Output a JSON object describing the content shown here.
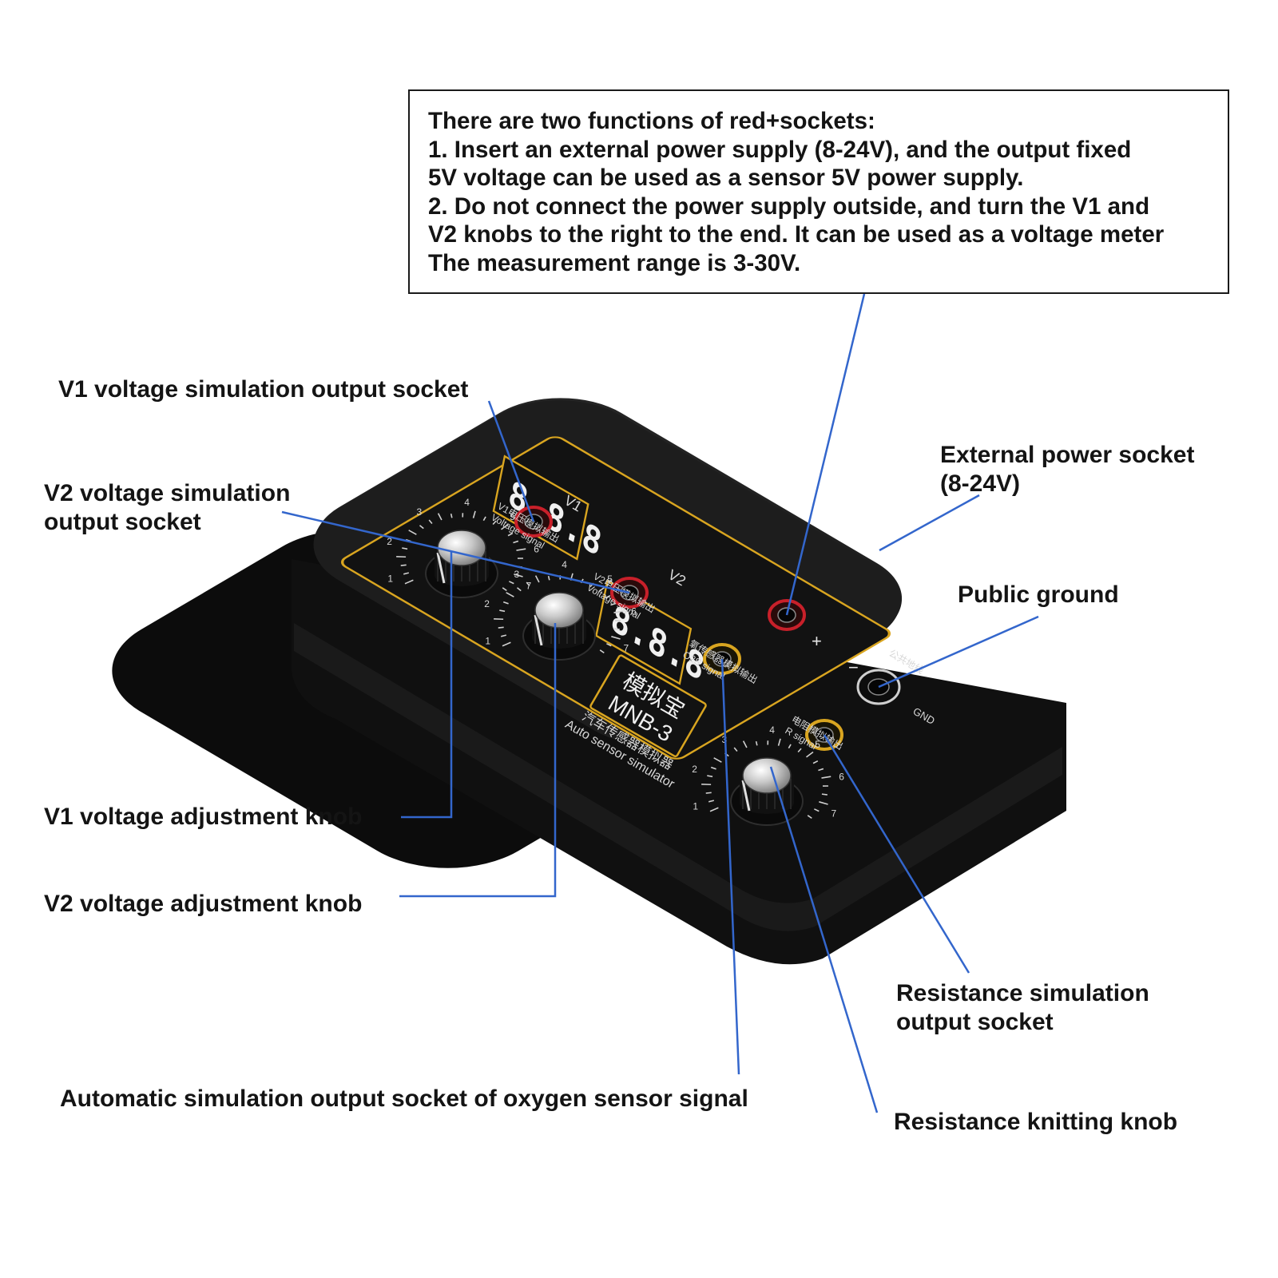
{
  "info_box": {
    "lines": [
      "There are two functions of red+sockets:",
      "1. Insert an external power supply (8-24V), and the output fixed",
      "5V voltage can be used as a sensor 5V power supply.",
      "2. Do not connect the power supply outside, and turn the V1 and",
      "V2 knobs to the right to the end. It can be used as a voltage meter",
      "The measurement range is 3-30V."
    ]
  },
  "callouts": {
    "v1_output": "V1 voltage simulation output socket",
    "v2_output": [
      "V2 voltage simulation",
      "output socket"
    ],
    "external_power": [
      "External power socket",
      "(8-24V)"
    ],
    "public_ground": "Public ground",
    "v1_knob": "V1 voltage adjustment knob",
    "v2_knob": "V2 voltage adjustment knob",
    "resistance_output": [
      "Resistance simulation",
      "output socket"
    ],
    "o2_output": "Automatic simulation output socket of oxygen sensor signal",
    "resistance_knob": "Resistance knitting knob"
  },
  "device": {
    "display_v1_label": "V1",
    "display_v2_label": "V2",
    "display_reading": "8.8.8",
    "brand_cn": "模拟宝",
    "model": "MNB-3",
    "subtitle_cn": "汽车传感器模拟器",
    "subtitle_en": "Auto sensor simulator",
    "v1_socket_cn": "V1电压模拟输出",
    "v1_socket_en": "Voltage signal",
    "v2_socket_cn": "V2电压模拟输出",
    "v2_socket_en": "Voltage signal",
    "o2_socket_cn": "氧传感器模拟输出",
    "o2_socket_en": "O2S signal",
    "r_socket_cn": "电阻模拟输出",
    "r_socket_en": "R signal",
    "plus": "+",
    "minus": "−",
    "gnd_cn": "公共地线",
    "gnd_en": "GND",
    "dial_numbers": [
      "1",
      "2",
      "3",
      "4",
      "5",
      "6",
      "7"
    ]
  },
  "colors": {
    "leader_line": "#3366cc",
    "device_body": "#1c1c1c",
    "panel_border": "#d9a520",
    "red_socket": "#c8202a",
    "yellow_socket": "#d9a520"
  }
}
